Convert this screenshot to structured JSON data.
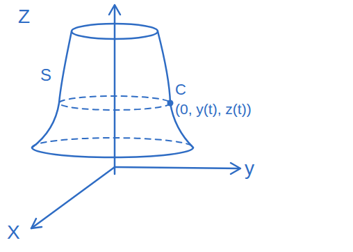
{
  "diagram": {
    "labels": [
      "Z",
      "y",
      "X",
      "S",
      "C",
      "(0, y(t), z(t))"
    ]
  }
}
